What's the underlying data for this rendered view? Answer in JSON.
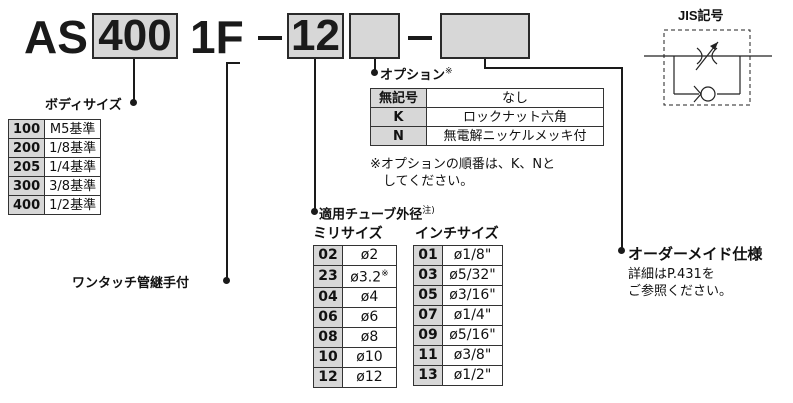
{
  "model_code": {
    "series": "AS",
    "body_size": "400",
    "type": "1F",
    "tube_od": "12",
    "option": "",
    "made_to_order": ""
  },
  "jis": {
    "title": "JIS記号"
  },
  "body_size": {
    "heading": "ボディサイズ",
    "rows": [
      {
        "code": "100",
        "value": "M5基準"
      },
      {
        "code": "200",
        "value": "1/8基準"
      },
      {
        "code": "205",
        "value": "1/4基準"
      },
      {
        "code": "300",
        "value": "3/8基準"
      },
      {
        "code": "400",
        "value": "1/2基準"
      }
    ]
  },
  "fitting": {
    "label": "ワンタッチ管継手付"
  },
  "option": {
    "heading": "オプション",
    "heading_mark": "※",
    "rows": [
      {
        "code": "無記号",
        "value": "なし"
      },
      {
        "code": "K",
        "value": "ロックナット六角"
      },
      {
        "code": "N",
        "value": "無電解ニッケルメッキ付"
      }
    ],
    "note_line1": "※オプションの順番は、K、Nと",
    "note_line2": "してください。"
  },
  "tube": {
    "heading": "適用チューブ外径",
    "heading_note": "注)",
    "metric_heading": "ミリサイズ",
    "inch_heading": "インチサイズ",
    "metric_rows": [
      {
        "code": "02",
        "value": "ø2"
      },
      {
        "code": "23",
        "value": "ø3.2",
        "mark": "※"
      },
      {
        "code": "04",
        "value": "ø4"
      },
      {
        "code": "06",
        "value": "ø6"
      },
      {
        "code": "08",
        "value": "ø8"
      },
      {
        "code": "10",
        "value": "ø10"
      },
      {
        "code": "12",
        "value": "ø12"
      }
    ],
    "inch_rows": [
      {
        "code": "01",
        "value": "ø1/8\""
      },
      {
        "code": "03",
        "value": "ø5/32\""
      },
      {
        "code": "05",
        "value": "ø3/16\""
      },
      {
        "code": "07",
        "value": "ø1/4\""
      },
      {
        "code": "09",
        "value": "ø5/16\""
      },
      {
        "code": "11",
        "value": "ø3/8\""
      },
      {
        "code": "13",
        "value": "ø1/2\""
      }
    ]
  },
  "made_to_order": {
    "heading": "オーダーメイド仕様",
    "line1": "詳細はP.431を",
    "line2": "ご参照ください。"
  }
}
